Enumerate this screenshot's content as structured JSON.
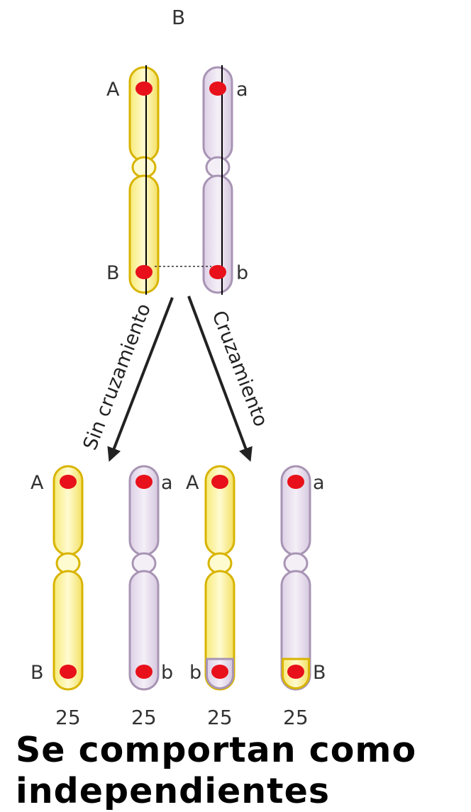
{
  "top_label": "B",
  "top_pair": {
    "left": {
      "top_allele": "A",
      "bottom_allele": "B"
    },
    "right": {
      "top_allele": "a",
      "bottom_allele": "b"
    }
  },
  "arrows": {
    "left_label": "Sin cruzamiento",
    "right_label": "Cruzamiento"
  },
  "offspring": [
    {
      "top_allele": "A",
      "bottom_allele": "B",
      "count": "25"
    },
    {
      "top_allele": "a",
      "bottom_allele": "b",
      "count": "25"
    },
    {
      "top_allele": "A",
      "bottom_allele": "b",
      "count": "25"
    },
    {
      "top_allele": "a",
      "bottom_allele": "B",
      "count": "25"
    }
  ],
  "footer": {
    "line1": "Se comportan como",
    "line2": "independientes"
  },
  "colors": {
    "yellow_fill": "#fbf3a6",
    "yellow_stroke": "#d8b400",
    "lilac_fill": "#e9e0ee",
    "lilac_stroke": "#a894b4",
    "gene_red": "#e8101a",
    "arrow": "#222222"
  }
}
